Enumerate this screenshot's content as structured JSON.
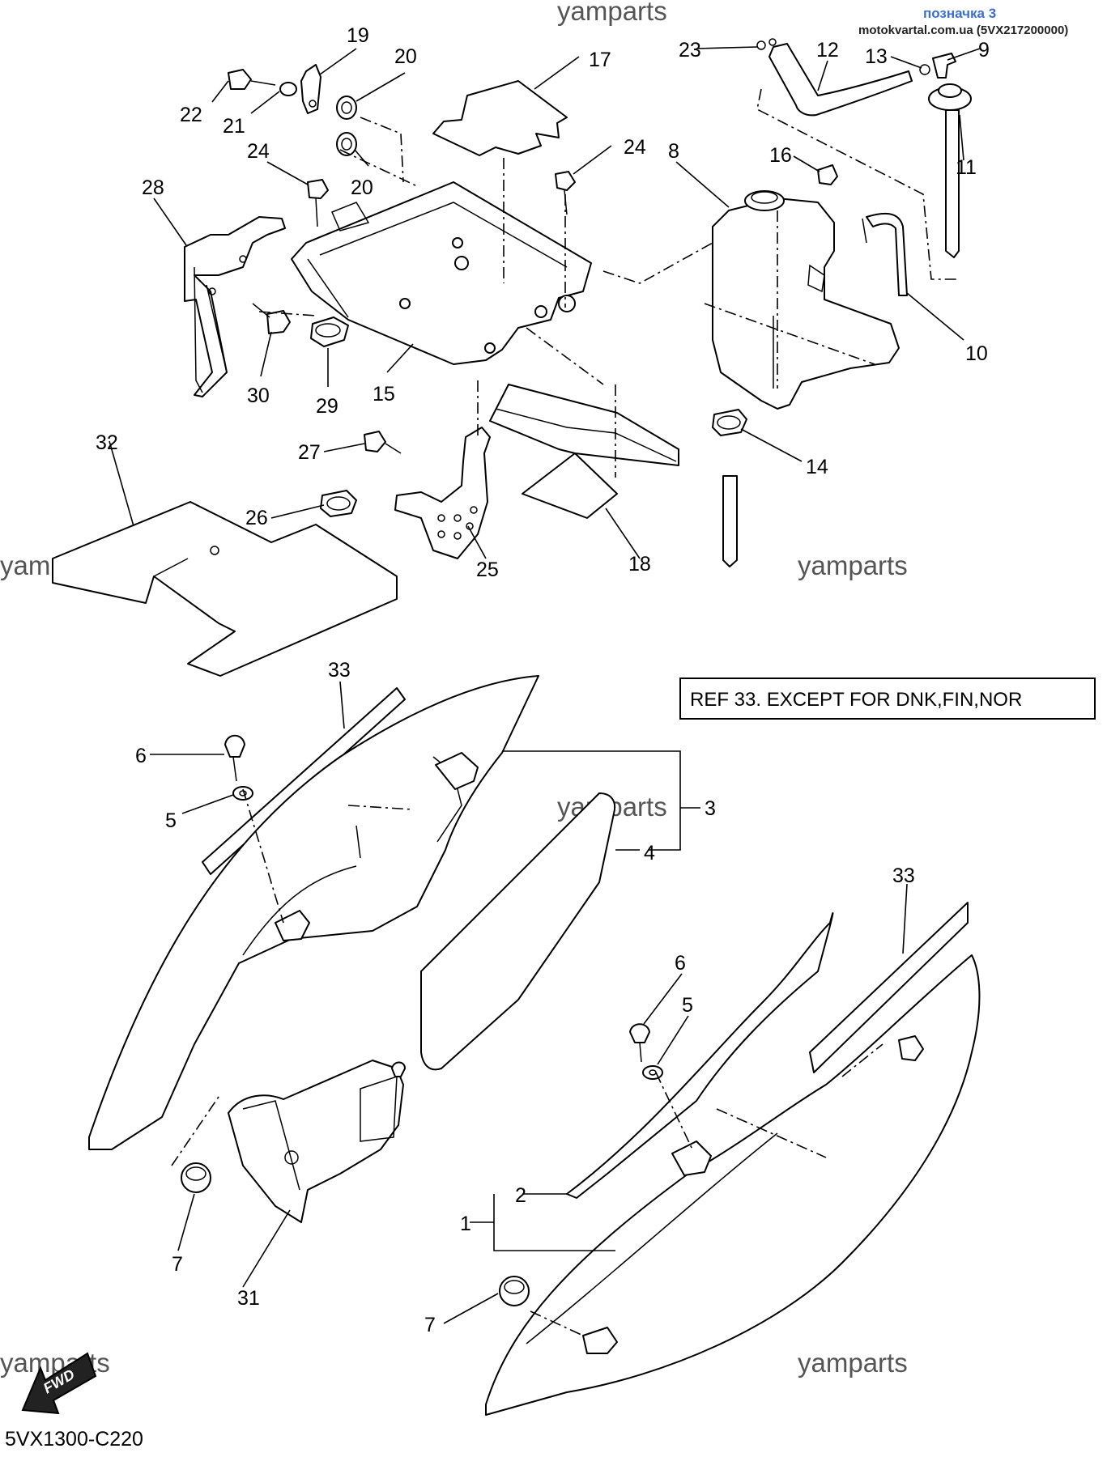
{
  "header": {
    "title": "позначка 3",
    "site": "motokvartal.com.ua (5VX217200000)"
  },
  "watermarks": [
    "yamparts",
    "yamparts",
    "yamparts",
    "yamparts",
    "yamparts",
    "yamparts"
  ],
  "note": "REF 33. EXCEPT FOR DNK,FIN,NOR",
  "diagram_code": "5VX1300-C220",
  "fwd_label": "FWD",
  "callouts": {
    "c1": "1",
    "c2": "2",
    "c3": "3",
    "c4": "4",
    "c5a": "5",
    "c5b": "5",
    "c6a": "6",
    "c6b": "6",
    "c7a": "7",
    "c7b": "7",
    "c8": "8",
    "c9": "9",
    "c10": "10",
    "c11": "11",
    "c12": "12",
    "c13": "13",
    "c14": "14",
    "c15": "15",
    "c16": "16",
    "c17": "17",
    "c18": "18",
    "c19": "19",
    "c20a": "20",
    "c20b": "20",
    "c21": "21",
    "c22": "22",
    "c23": "23",
    "c24a": "24",
    "c24b": "24",
    "c25": "25",
    "c26": "26",
    "c27": "27",
    "c28": "28",
    "c29": "29",
    "c30": "30",
    "c31": "31",
    "c32": "32",
    "c33a": "33",
    "c33b": "33"
  },
  "colors": {
    "header_title": "#3a6fd0",
    "line": "#000000",
    "watermark": "#555555"
  }
}
